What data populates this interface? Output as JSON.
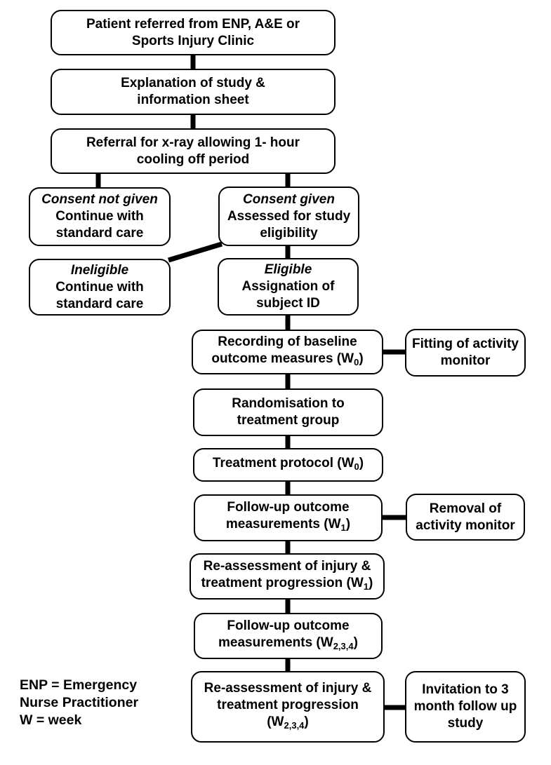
{
  "colors": {
    "background": "#ffffff",
    "box_fill": "#ffffff",
    "box_border": "#000000",
    "text": "#000000",
    "connector": "#000000"
  },
  "boxes": {
    "patient": {
      "line1": "Patient referred from ENP, A&E or",
      "line2": "Sports Injury Clinic"
    },
    "explanation": {
      "line1": "Explanation of study &",
      "line2": "information sheet"
    },
    "referral": {
      "line1": "Referral for x-ray allowing 1- hour",
      "line2": "cooling off period"
    },
    "consent_not_given": {
      "heading": "Consent not given",
      "line1": "Continue with",
      "line2": "standard care"
    },
    "consent_given": {
      "heading": "Consent given",
      "line1": "Assessed for study",
      "line2": "eligibility"
    },
    "ineligible": {
      "heading": "Ineligible",
      "line1": "Continue with",
      "line2": "standard care"
    },
    "eligible": {
      "heading": "Eligible",
      "line1": "Assignation of",
      "line2": "subject ID"
    },
    "recording": {
      "line1": "Recording of baseline",
      "line2_pre": "outcome measures (W",
      "line2_sub": "0",
      "line2_post": ")"
    },
    "fitting": {
      "line1": "Fitting of activity",
      "line2": "monitor"
    },
    "randomisation": {
      "line1": "Randomisation to",
      "line2": "treatment group"
    },
    "treatment": {
      "line1_pre": "Treatment protocol (W",
      "line1_sub": "0",
      "line1_post": ")"
    },
    "followup_w1": {
      "line1": "Follow-up outcome",
      "line2_pre": "measurements (W",
      "line2_sub": "1",
      "line2_post": ")"
    },
    "removal": {
      "line1": "Removal of",
      "line2": "activity monitor"
    },
    "reassessment_w1": {
      "line1": "Re-assessment of injury &",
      "line2_pre": "treatment progression (W",
      "line2_sub": "1",
      "line2_post": ")"
    },
    "followup_w234": {
      "line1": "Follow-up outcome",
      "line2_pre": "measurements (W",
      "line2_sub": "2,3,4",
      "line2_post": ")"
    },
    "reassessment_w234": {
      "line1": "Re-assessment of injury &",
      "line2": "treatment progression",
      "line3_pre": "(W",
      "line3_sub": "2,3,4",
      "line3_post": ")"
    },
    "invitation": {
      "line1": "Invitation to 3",
      "line2": "month follow up",
      "line3": "study"
    }
  },
  "legend": {
    "line1": "ENP = Emergency",
    "line2": "Nurse Practitioner",
    "line3": "W = week"
  },
  "connections": [
    {
      "from": "patient",
      "to": "explanation"
    },
    {
      "from": "explanation",
      "to": "referral"
    },
    {
      "from": "referral",
      "to": "consent_not_given"
    },
    {
      "from": "referral",
      "to": "consent_given"
    },
    {
      "from": "consent_given",
      "to": "ineligible"
    },
    {
      "from": "consent_given",
      "to": "eligible"
    },
    {
      "from": "eligible",
      "to": "recording"
    },
    {
      "from": "recording",
      "to": "fitting"
    },
    {
      "from": "recording",
      "to": "randomisation"
    },
    {
      "from": "randomisation",
      "to": "treatment"
    },
    {
      "from": "treatment",
      "to": "followup_w1"
    },
    {
      "from": "followup_w1",
      "to": "removal"
    },
    {
      "from": "followup_w1",
      "to": "reassessment_w1"
    },
    {
      "from": "reassessment_w1",
      "to": "followup_w234"
    },
    {
      "from": "followup_w234",
      "to": "reassessment_w234"
    },
    {
      "from": "reassessment_w234",
      "to": "invitation"
    }
  ]
}
